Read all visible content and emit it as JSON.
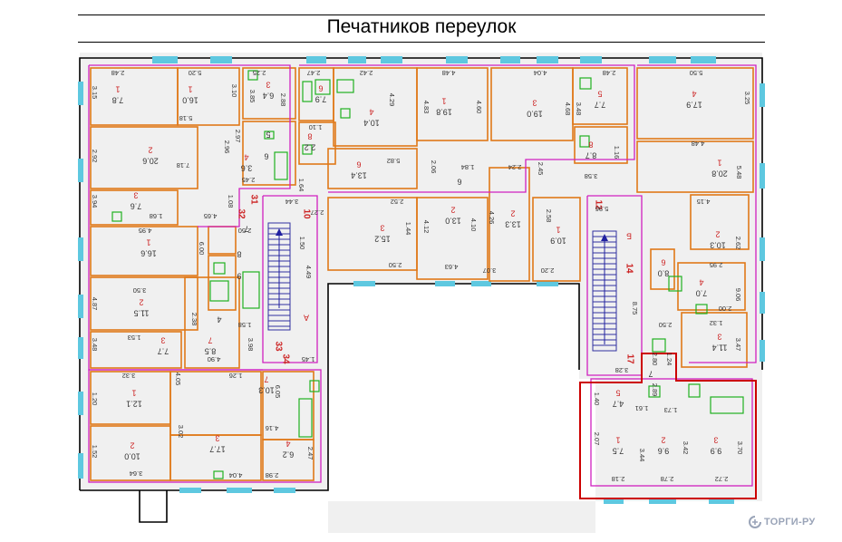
{
  "header": {
    "title": "Печатников переулок"
  },
  "logo": {
    "text": "ТОРГИ-РУ"
  },
  "colors": {
    "walls": "#000000",
    "rooms": "#e07818",
    "outline": "#d020c0",
    "windows": "#5ec8e0",
    "highlight": "#cc0000",
    "stairs": "#3030a0",
    "fixtures": "#20b020",
    "labels": "#333333",
    "room_numbers": "#cc2222"
  },
  "rooms": [
    {
      "num": "1",
      "area": "7.8"
    },
    {
      "num": "1",
      "area": "16.0"
    },
    {
      "num": "3",
      "area": "6.4"
    },
    {
      "num": "6",
      "area": "7.9"
    },
    {
      "num": "4",
      "area": "10.4"
    },
    {
      "num": "1",
      "area": "19.8"
    },
    {
      "num": "3",
      "area": "19.0"
    },
    {
      "num": "5",
      "area": "7.7"
    },
    {
      "num": "4",
      "area": "17.9"
    },
    {
      "num": "2",
      "area": "20.6"
    },
    {
      "num": "4",
      "area": "3.6"
    },
    {
      "num": "8",
      "area": "2.2"
    },
    {
      "num": "6",
      "area": "13.4"
    },
    {
      "num": "8",
      "area": "8.7"
    },
    {
      "num": "1",
      "area": "20.8"
    },
    {
      "num": "3",
      "area": "7.6"
    },
    {
      "num": "2",
      "area": "13.3"
    },
    {
      "num": "3",
      "area": "15.2"
    },
    {
      "num": "2",
      "area": "13.0"
    },
    {
      "num": "1",
      "area": "10.9"
    },
    {
      "num": "2",
      "area": "10.3"
    },
    {
      "num": "1",
      "area": "16.6"
    },
    {
      "num": "6",
      "area": "8.0"
    },
    {
      "num": "4",
      "area": "7.0"
    },
    {
      "num": "2",
      "area": "11.5"
    },
    {
      "num": "3",
      "area": "7.7"
    },
    {
      "num": "7",
      "area": "8.5"
    },
    {
      "num": "3",
      "area": "11.4"
    },
    {
      "num": "1",
      "area": "12.1"
    },
    {
      "num": "7",
      "area": "10.3"
    },
    {
      "num": "3",
      "area": "17.7"
    },
    {
      "num": "2",
      "area": "10.0"
    },
    {
      "num": "4",
      "area": "6.2"
    },
    {
      "num": "5",
      "area": "4.7"
    },
    {
      "num": "1",
      "area": "7.5"
    },
    {
      "num": "2",
      "area": "9.6"
    },
    {
      "num": "3",
      "area": "9.9"
    }
  ],
  "apartment_numbers": [
    "31",
    "32",
    "10",
    "33",
    "34",
    "12",
    "14",
    "17"
  ],
  "stair_labels": [
    "A",
    "Б"
  ],
  "small_labels": [
    "5",
    "6",
    "7",
    "8",
    "9",
    "4",
    "6",
    "7"
  ],
  "dimensions": [
    "2.48",
    "5.20",
    "3.10",
    "2.25",
    "2.88",
    "2.47",
    "2.42",
    "4.48",
    "4.04",
    "2.48",
    "5.50",
    "3.15",
    "5.18",
    "3.85",
    "4.29",
    "4.83",
    "4.60",
    "4.68",
    "3.48",
    "3.25",
    "2.92",
    "7.18",
    "2.96",
    "2.97",
    "1.10",
    "5.82",
    "2.06",
    "1.84",
    "2.24",
    "2.45",
    "1.16",
    "3.58",
    "4.48",
    "5.48",
    "3.94",
    "1.68",
    "4.65",
    "2.45",
    "1.08",
    "1.64",
    "3.44",
    "2.52",
    "2.27",
    "1.44",
    "4.12",
    "4.10",
    "4.26",
    "5.96",
    "2.58",
    "4.15",
    "4.95",
    "6.00",
    "2.50",
    "1.50",
    "2.50",
    "4.63",
    "3.07",
    "2.20",
    "2.62",
    "2.95",
    "3.50",
    "4.87",
    "2.38",
    "4.49",
    "8.75",
    "9.06",
    "2.00",
    "3.48",
    "1.53",
    "4.90",
    "3.98",
    "1.58",
    "1.45",
    "2.50",
    "1.32",
    "3.47",
    "3.32",
    "4.05",
    "1.26",
    "6.05",
    "3.28",
    "2.80",
    "1.24",
    "1.20",
    "3.02",
    "4.16",
    "1.40",
    "1.61",
    "2.89",
    "1.73",
    "1.52",
    "2.47",
    "2.07",
    "3.44",
    "3.42",
    "3.70",
    "3.64",
    "4.04",
    "2.98",
    "2.18",
    "2.78",
    "2.72"
  ]
}
